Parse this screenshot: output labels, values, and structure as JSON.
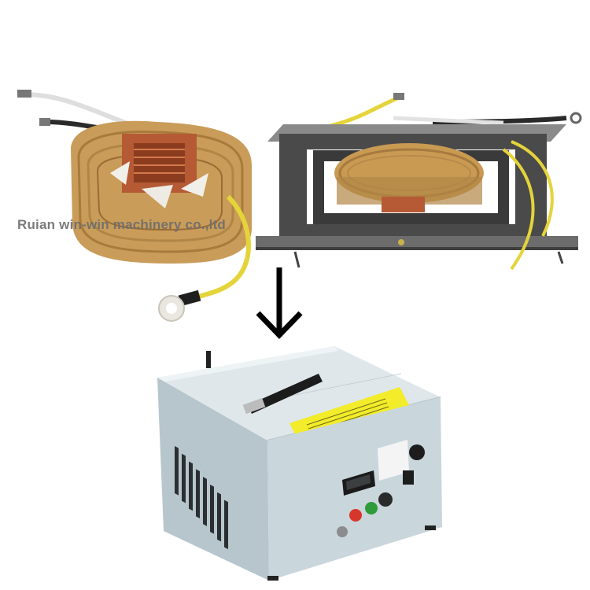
{
  "watermark": {
    "text": "Ruian win-win machinery co.,ltd"
  },
  "objects": {
    "left_coil": "bare-coil",
    "right_coil": "coil-in-frame",
    "arrow": "down-arrow-icon",
    "machine": "power-supply-unit"
  },
  "colors": {
    "background": "#ffffff",
    "coil_amber": "#c89a52",
    "copper": "#b5562f",
    "wire_yellow": "#e4d43a",
    "frame_steel": "#5b5b5b",
    "housing_gray": "#c9d6dc",
    "warning_label": "#f2ec2a"
  }
}
